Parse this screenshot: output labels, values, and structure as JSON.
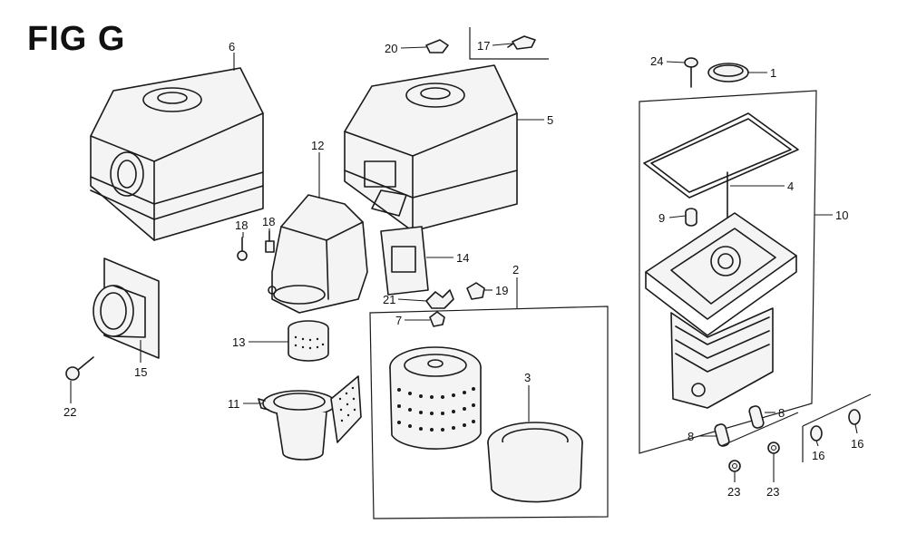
{
  "title": "FIG G",
  "callouts": [
    {
      "id": "c6",
      "text": "6"
    },
    {
      "id": "c20",
      "text": "20"
    },
    {
      "id": "c17",
      "text": "17"
    },
    {
      "id": "c24",
      "text": "24"
    },
    {
      "id": "c1",
      "text": "1"
    },
    {
      "id": "c5",
      "text": "5"
    },
    {
      "id": "c12",
      "text": "12"
    },
    {
      "id": "c4",
      "text": "4"
    },
    {
      "id": "c10",
      "text": "10"
    },
    {
      "id": "c9",
      "text": "9"
    },
    {
      "id": "c18a",
      "text": "18"
    },
    {
      "id": "c18b",
      "text": "18"
    },
    {
      "id": "c14",
      "text": "14"
    },
    {
      "id": "c2",
      "text": "2"
    },
    {
      "id": "c21",
      "text": "21"
    },
    {
      "id": "c19",
      "text": "19"
    },
    {
      "id": "c7",
      "text": "7"
    },
    {
      "id": "c13",
      "text": "13"
    },
    {
      "id": "c15",
      "text": "15"
    },
    {
      "id": "c22",
      "text": "22"
    },
    {
      "id": "c3",
      "text": "3"
    },
    {
      "id": "c11",
      "text": "11"
    },
    {
      "id": "c8a",
      "text": "8"
    },
    {
      "id": "c8b",
      "text": "8"
    },
    {
      "id": "c16a",
      "text": "16"
    },
    {
      "id": "c16b",
      "text": "16"
    },
    {
      "id": "c23a",
      "text": "23"
    },
    {
      "id": "c23b",
      "text": "23"
    }
  ]
}
